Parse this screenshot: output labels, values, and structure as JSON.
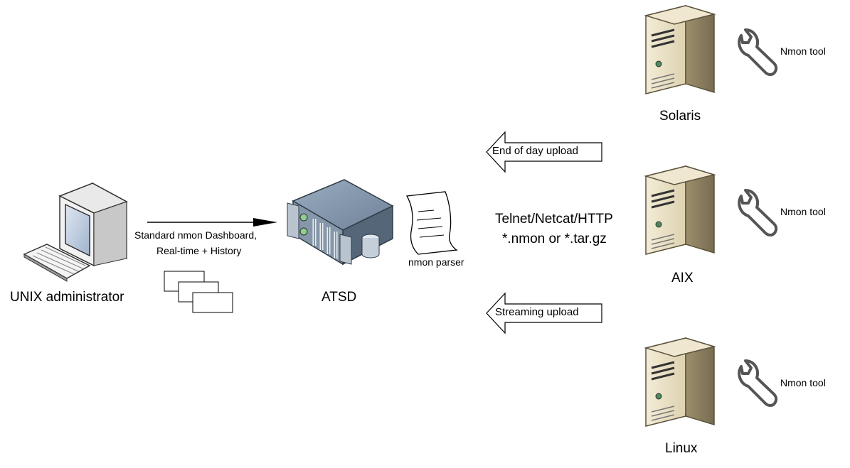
{
  "nodes": {
    "admin": "UNIX administrator",
    "atsd": "ATSD",
    "parser": "nmon parser",
    "solaris": "Solaris",
    "aix": "AIX",
    "linux": "Linux"
  },
  "tools": {
    "solaris_tool": "Nmon tool",
    "aix_tool": "Nmon tool",
    "linux_tool": "Nmon tool"
  },
  "edges": {
    "dashboard_line1": "Standard nmon Dashboard,",
    "dashboard_line2": "Real-time + History",
    "end_of_day": "End of day upload",
    "protocols_line1": "Telnet/Netcat/HTTP",
    "protocols_line2": "*.nmon or *.tar.gz",
    "streaming": "Streaming upload"
  },
  "icons": [
    "computer-icon",
    "server-rack-icon",
    "document-icon",
    "tower-server-icon",
    "wrench-icon",
    "hollow-arrow-icon"
  ],
  "colors": {
    "server_body": "#e8dfc4",
    "server_side": "#a89a78",
    "rack_blue": "#6b7f95",
    "wrench": "#555555"
  }
}
